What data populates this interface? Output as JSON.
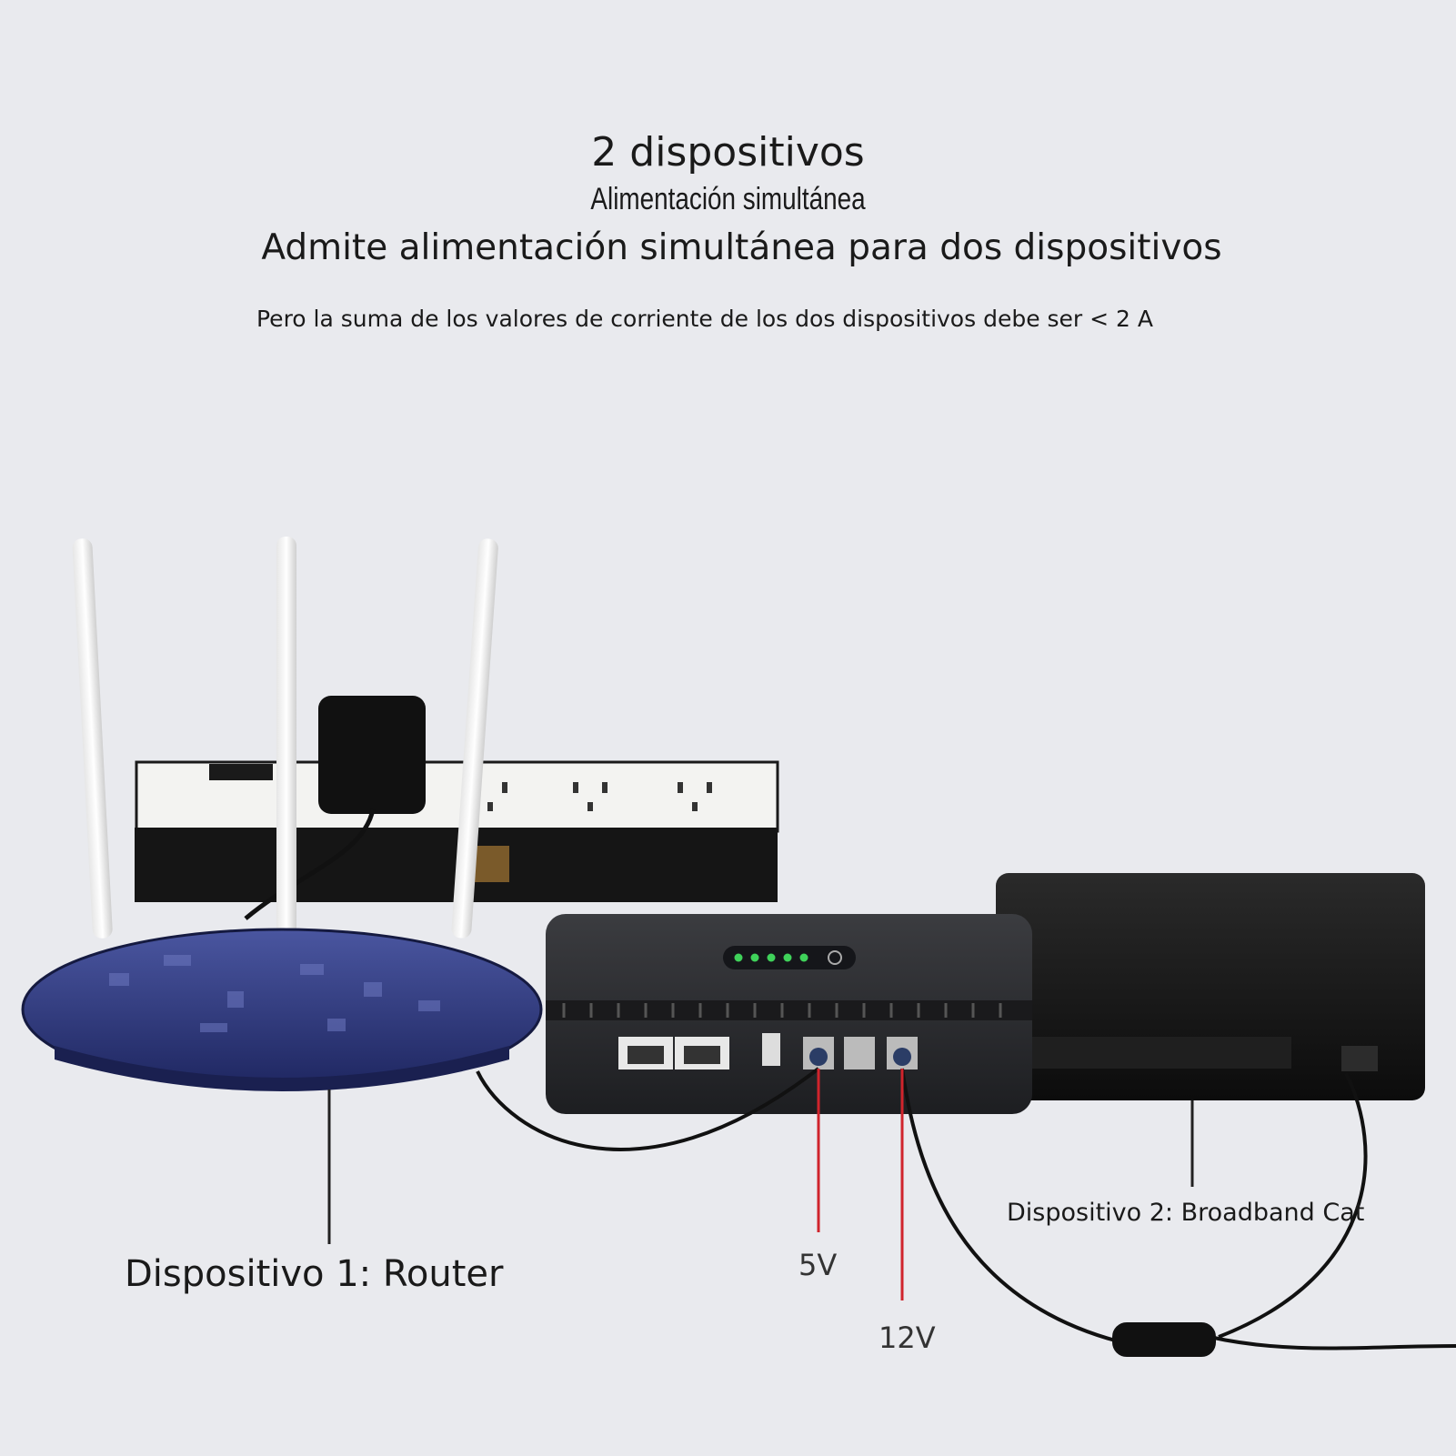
{
  "header": {
    "headline": "2 dispositivos",
    "subtitle": "Alimentación simultánea",
    "line2": "Admite alimentación simultánea para dos dispositivos",
    "note": "Pero la suma de los valores de corriente de los dos dispositivos debe ser < 2 A"
  },
  "labels": {
    "device1": "Dispositivo 1: Router",
    "device2": "Dispositivo 2: Broadband Cat",
    "out_5v": "5V",
    "out_12v": "12V"
  },
  "colors": {
    "background": "#e9eaee",
    "router": "#2a3474",
    "ups_body": "#2b2c2f",
    "led": "#3fd25a",
    "voltage_lead": "#d0242c"
  },
  "leds": {
    "count": 5
  }
}
